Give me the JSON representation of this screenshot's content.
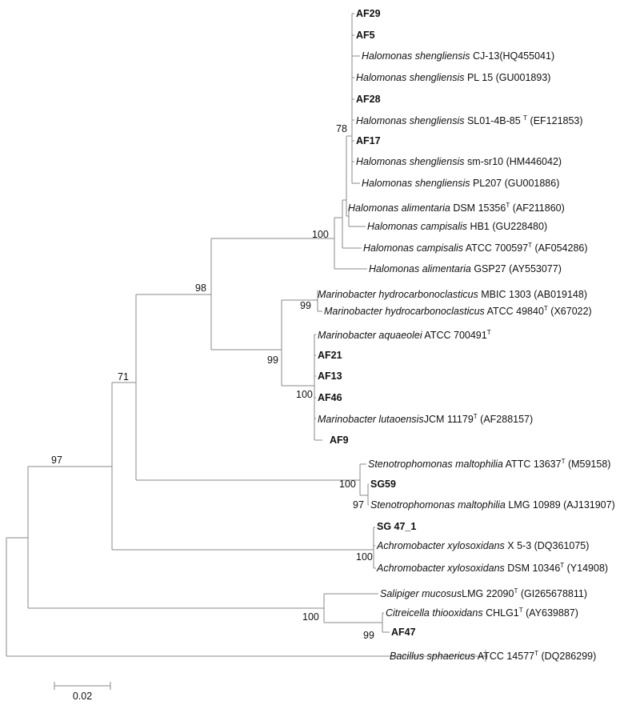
{
  "tree": {
    "taxa": [
      {
        "id": "AF29",
        "parts": [
          {
            "text": "AF29",
            "style": "b"
          }
        ]
      },
      {
        "id": "AF5",
        "parts": [
          {
            "text": "AF5",
            "style": "b"
          }
        ]
      },
      {
        "id": "HsCJ13",
        "parts": [
          {
            "text": "Halomonas shengliensis",
            "style": "i"
          },
          {
            "text": " CJ-13(HQ455041)"
          }
        ]
      },
      {
        "id": "HsPL15",
        "parts": [
          {
            "text": "Halomonas shengliensis",
            "style": "i"
          },
          {
            "text": " PL 15 (GU001893)"
          }
        ]
      },
      {
        "id": "AF28",
        "parts": [
          {
            "text": "AF28",
            "style": "b"
          }
        ]
      },
      {
        "id": "HsSL01",
        "parts": [
          {
            "text": "Halomonas shengliensis",
            "style": "i"
          },
          {
            "text": " SL01-4B-85 "
          },
          {
            "text": "T",
            "style": "sup"
          },
          {
            "text": " (EF121853)"
          }
        ]
      },
      {
        "id": "AF17",
        "parts": [
          {
            "text": "AF17",
            "style": "b"
          }
        ]
      },
      {
        "id": "Hssm",
        "parts": [
          {
            "text": "Halomonas shengliensis",
            "style": "i"
          },
          {
            "text": " sm-sr10 (HM446042)"
          }
        ]
      },
      {
        "id": "HsPL207",
        "parts": [
          {
            "text": "Halomonas shengliensis",
            "style": "i"
          },
          {
            "text": " PL207 (GU001886)"
          }
        ]
      },
      {
        "id": "HaDSM",
        "parts": [
          {
            "text": "Halomonas alimentaria",
            "style": "i"
          },
          {
            "text": " DSM 15356"
          },
          {
            "text": "T",
            "style": "sup"
          },
          {
            "text": " (AF211860)"
          }
        ]
      },
      {
        "id": "HcHB1",
        "parts": [
          {
            "text": "Halomonas campisalis",
            "style": "i"
          },
          {
            "text": " HB1 (GU228480)"
          }
        ]
      },
      {
        "id": "HcATCC",
        "parts": [
          {
            "text": "Halomonas campisalis",
            "style": "i"
          },
          {
            "text": " ATCC 700597"
          },
          {
            "text": "T",
            "style": "sup"
          },
          {
            "text": " (AF054286)"
          }
        ]
      },
      {
        "id": "HaGSP27",
        "parts": [
          {
            "text": "Halomonas alimentaria",
            "style": "i"
          },
          {
            "text": " GSP27 (AY553077)"
          }
        ]
      },
      {
        "id": "MhMBIC",
        "parts": [
          {
            "text": "Marinobacter hydrocarbonoclasticus",
            "style": "i"
          },
          {
            "text": " MBIC 1303 (AB019148)"
          }
        ]
      },
      {
        "id": "MhATCC",
        "parts": [
          {
            "text": "Marinobacter hydrocarbonoclasticus",
            "style": "i"
          },
          {
            "text": " ATCC 49840"
          },
          {
            "text": "T",
            "style": "sup"
          },
          {
            "text": " (X67022)"
          }
        ]
      },
      {
        "id": "MaATCC",
        "parts": [
          {
            "text": "Marinobacter aquaeolei",
            "style": "i"
          },
          {
            "text": " ATCC 700491"
          },
          {
            "text": "T",
            "style": "sup"
          }
        ]
      },
      {
        "id": "AF21",
        "parts": [
          {
            "text": "AF21",
            "style": "b"
          }
        ]
      },
      {
        "id": "AF13",
        "parts": [
          {
            "text": "AF13",
            "style": "b"
          }
        ]
      },
      {
        "id": "AF46",
        "parts": [
          {
            "text": "AF46",
            "style": "b"
          }
        ]
      },
      {
        "id": "MlJCM",
        "parts": [
          {
            "text": "Marinobacter lutaoensis",
            "style": "i"
          },
          {
            "text": "JCM 11179"
          },
          {
            "text": "T",
            "style": "sup"
          },
          {
            "text": " (AF288157)"
          }
        ]
      },
      {
        "id": "AF9",
        "parts": [
          {
            "text": "AF9",
            "style": "b"
          }
        ]
      },
      {
        "id": "SmATTC",
        "parts": [
          {
            "text": "Stenotrophomonas maltophilia",
            "style": "i"
          },
          {
            "text": " ATTC 13637"
          },
          {
            "text": "T",
            "style": "sup"
          },
          {
            "text": " (M59158)"
          }
        ]
      },
      {
        "id": "SG59",
        "parts": [
          {
            "text": "SG59",
            "style": "b"
          }
        ]
      },
      {
        "id": "SmLMG",
        "parts": [
          {
            "text": "Stenotrophomonas maltophilia",
            "style": "i"
          },
          {
            "text": " LMG 10989 (AJ131907)"
          }
        ]
      },
      {
        "id": "SG47",
        "parts": [
          {
            "text": "SG 47_1",
            "style": "b"
          }
        ]
      },
      {
        "id": "AxX53",
        "parts": [
          {
            "text": "Achromobacter xylosoxidans",
            "style": "i"
          },
          {
            "text": " X"
          },
          {
            "text": " 5-3 (DQ361075)"
          }
        ]
      },
      {
        "id": "AxDSM",
        "parts": [
          {
            "text": "Achromobacter xylosoxidans",
            "style": "i"
          },
          {
            "text": " DSM 10346"
          },
          {
            "text": "T",
            "style": "sup"
          },
          {
            "text": " (Y14908)"
          }
        ]
      },
      {
        "id": "SmLMG22090",
        "parts": [
          {
            "text": "Salipiger mucosus",
            "style": "i"
          },
          {
            "text": "LMG 22090"
          },
          {
            "text": "T",
            "style": "sup"
          },
          {
            "text": " (GI265678811)"
          }
        ]
      },
      {
        "id": "CtCHLG1",
        "parts": [
          {
            "text": "Citreicella thiooxidans",
            "style": "i"
          },
          {
            "text": " CHLG1"
          },
          {
            "text": "T",
            "style": "sup"
          },
          {
            "text": " (AY639887)"
          }
        ]
      },
      {
        "id": "AF47",
        "parts": [
          {
            "text": "AF47",
            "style": "b"
          }
        ]
      },
      {
        "id": "Bs",
        "parts": [
          {
            "text": "Bacillus sphaericus",
            "style": "i"
          },
          {
            "text": " ATCC 14577"
          },
          {
            "text": "T",
            "style": "sup"
          },
          {
            "text": " (DQ286299)"
          }
        ]
      }
    ],
    "bootstrap": [
      "78",
      "100",
      "98",
      "99",
      "99",
      "100",
      "71",
      "97",
      "100",
      "97",
      "100",
      "100",
      "99"
    ],
    "scale_bar": {
      "label": "0.02"
    }
  }
}
